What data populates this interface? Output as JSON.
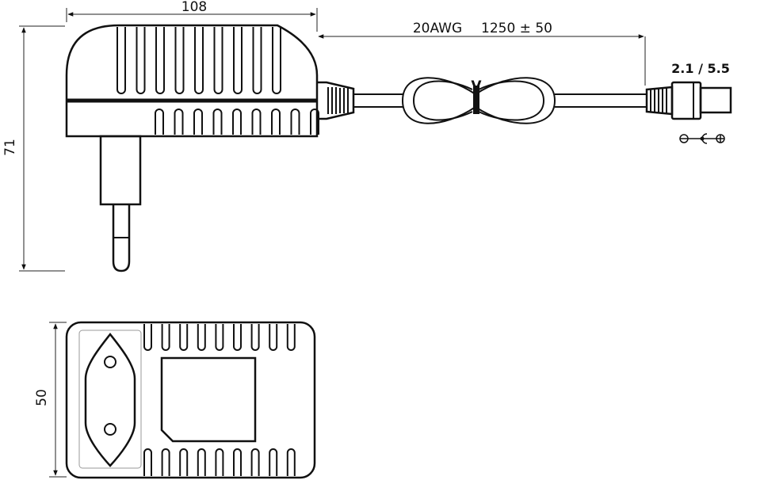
{
  "dimensions": {
    "width": "108",
    "height": "71",
    "depth": "50",
    "cable_gauge": "20AWG",
    "cable_length": "1250 ± 50",
    "connector_size": "2.1 / 5.5",
    "tie_mark": "V"
  },
  "polarity": {
    "icon": "center-positive-polarity-icon"
  }
}
